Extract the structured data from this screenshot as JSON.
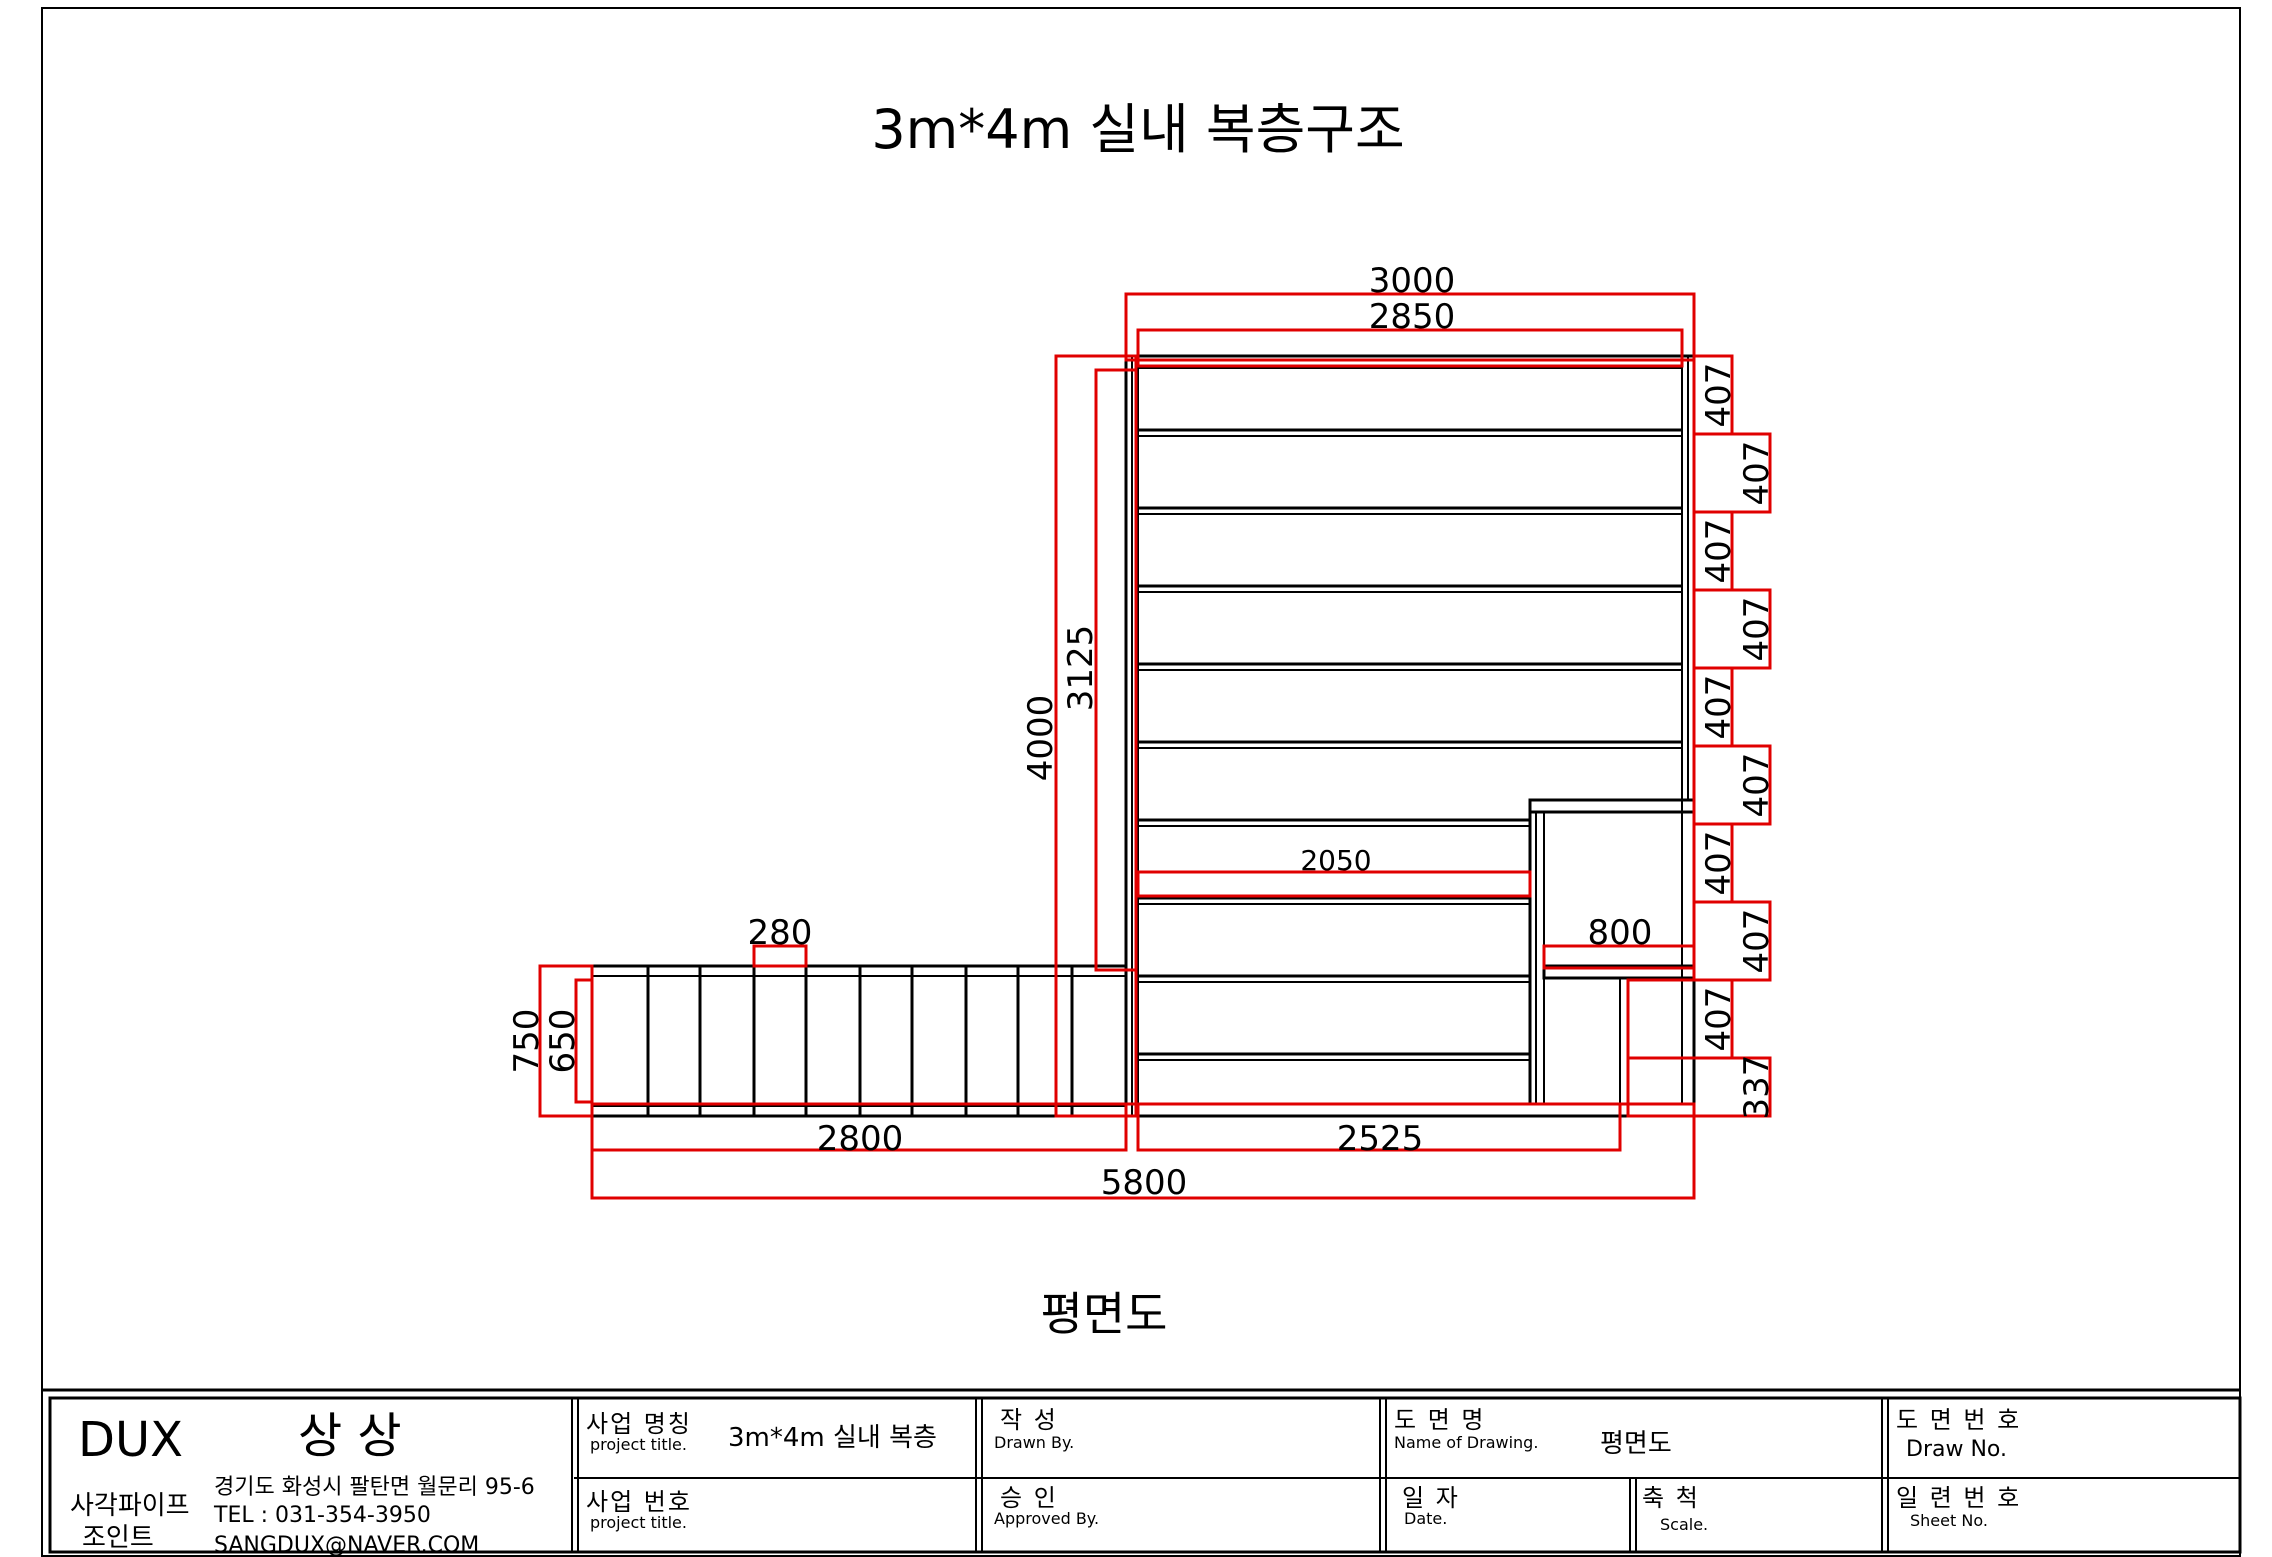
{
  "drawing": {
    "title": "3m*4m 실내 복층구조",
    "view_label": "평면도"
  },
  "dimensions": {
    "overall_width_top": "3000",
    "inner_width_top": "2850",
    "overall_depth": "4000",
    "inner_depth": "3125",
    "bay_spacing": [
      "407",
      "407",
      "407",
      "407",
      "407",
      "407",
      "407",
      "407",
      "407",
      "337"
    ],
    "mezz_width": "2050",
    "stair_landing": "800",
    "tread_width": "280",
    "stair_width_outer": "750",
    "stair_width_inner": "650",
    "stair_run": "2800",
    "bottom_span": "2525",
    "total_length": "5800"
  },
  "title_block": {
    "company": {
      "logo": "DUX",
      "name": "상 상",
      "tagline_1": "사각파이프",
      "tagline_2": "조인트",
      "address": "경기도 화성시 팔탄면 월문리 95-6",
      "tel": "TEL : 031-354-3950",
      "email": "SANGDUX@NAVER.COM"
    },
    "project_name_label": "사업 명칭",
    "project_name_sub": "project title.",
    "project_name_value": "3m*4m 실내 복층",
    "project_no_label": "사업 번호",
    "project_no_sub": "project title.",
    "drawn_label": "작   성",
    "drawn_sub": "Drawn By.",
    "approved_label": "승   인",
    "approved_sub": "Approved By.",
    "drawing_name_label": "도  면  명",
    "drawing_name_sub": "Name of Drawing.",
    "drawing_name_value": "평면도",
    "date_label": "일   자",
    "date_sub": "Date.",
    "scale_label": "축   척",
    "scale_sub": "Scale.",
    "draw_no_label": "도 면 번 호",
    "draw_no_sub": "Draw No.",
    "sheet_no_label": "일 련 번 호",
    "sheet_no_sub": "Sheet No."
  }
}
